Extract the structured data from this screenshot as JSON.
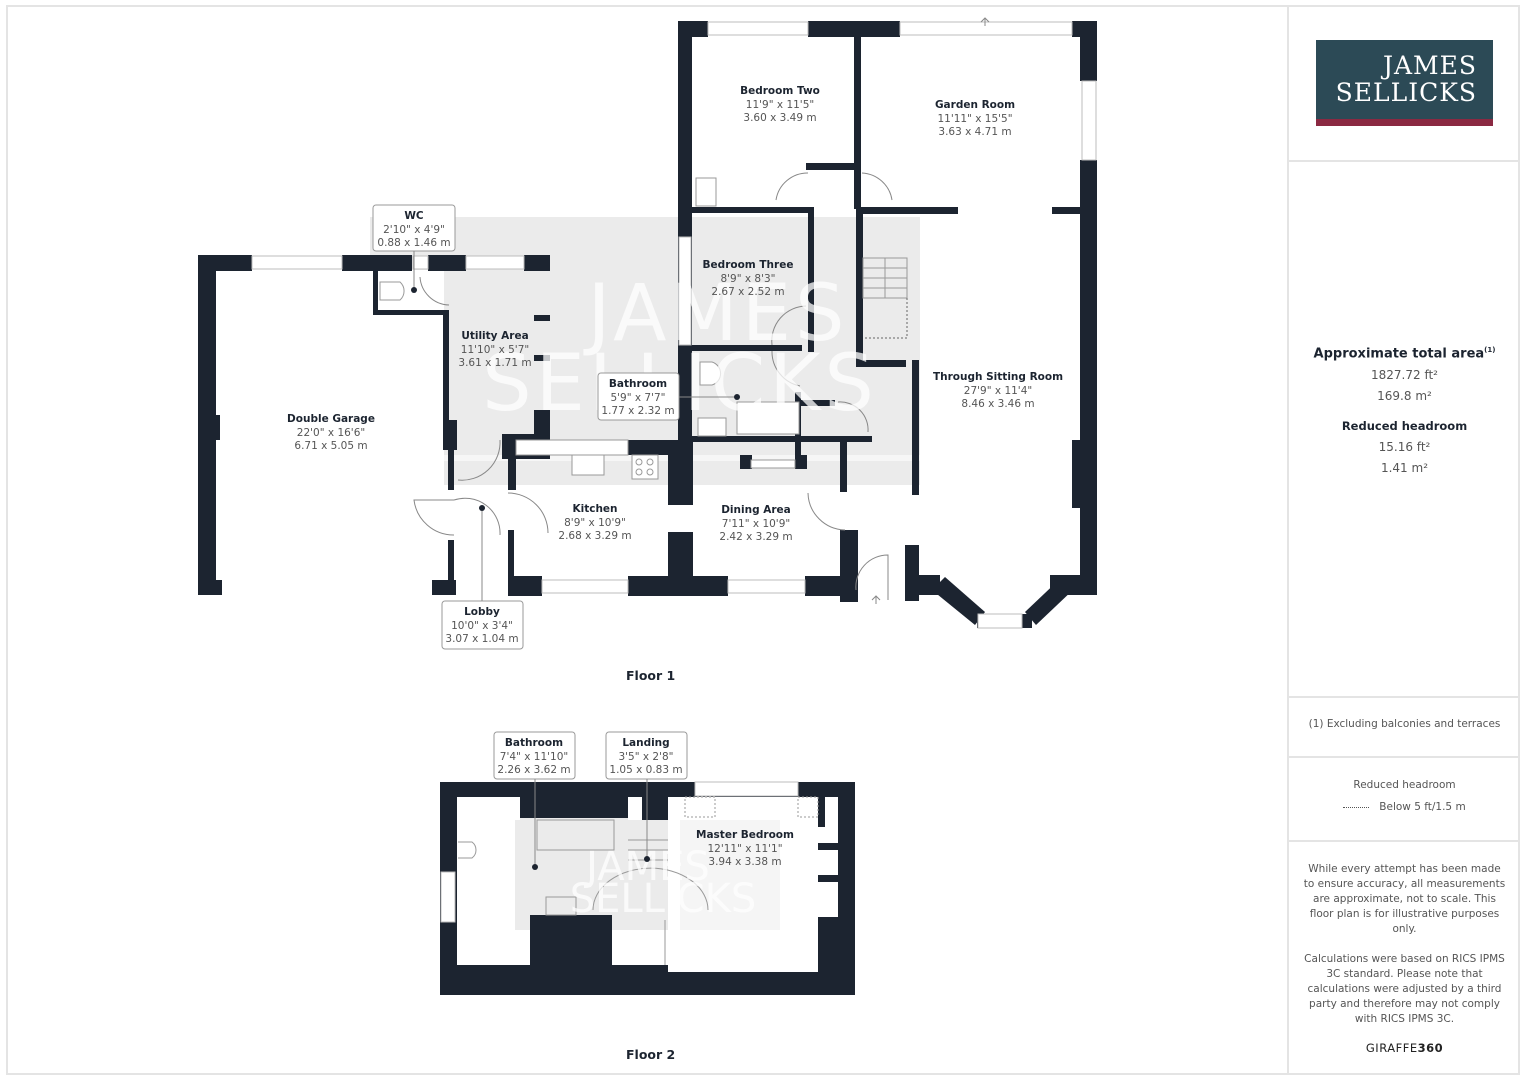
{
  "brand": {
    "logo_line1": "JAMES",
    "logo_line2": "SELLICKS",
    "logo_bg": "#2c4a56",
    "logo_accent": "#8b2942",
    "watermark_line1": "JAMES",
    "watermark_line2": "SELLICKS"
  },
  "summary": {
    "title": "Approximate total area",
    "title_footnote": "(1)",
    "total_ft2": "1827.72 ft²",
    "total_m2": "169.8 m²",
    "reduced_title": "Reduced headroom",
    "reduced_ft2": "15.16 ft²",
    "reduced_m2": "1.41 m²"
  },
  "footnote": "(1) Excluding balconies and terraces",
  "legend": {
    "title": "Reduced headroom",
    "item": "Below 5 ft/1.5 m"
  },
  "disclaimer": {
    "p1": "While every attempt has been made to ensure accuracy, all measurements are approximate, not to scale. This floor plan is for illustrative purposes only.",
    "p2": "Calculations were based on RICS IPMS 3C standard. Please note that calculations were adjusted by a third party and therefore may not comply with RICS IPMS 3C."
  },
  "provider": {
    "name": "GIRAFFE",
    "number": "360"
  },
  "colors": {
    "wall": "#1c2430",
    "shaded": "#ebebeb",
    "border": "#e4e4e4"
  },
  "floors": [
    {
      "label": "Floor 1",
      "rooms": [
        {
          "name": "Bedroom Two",
          "imperial": "11'9\" x 11'5\"",
          "metric": "3.60 x 3.49 m"
        },
        {
          "name": "Garden Room",
          "imperial": "11'11\" x 15'5\"",
          "metric": "3.63 x 4.71 m"
        },
        {
          "name": "WC",
          "imperial": "2'10\" x 4'9\"",
          "metric": "0.88 x 1.46 m"
        },
        {
          "name": "Bedroom Three",
          "imperial": "8'9\" x 8'3\"",
          "metric": "2.67 x 2.52 m"
        },
        {
          "name": "Utility Area",
          "imperial": "11'10\" x 5'7\"",
          "metric": "3.61 x 1.71 m"
        },
        {
          "name": "Bathroom",
          "imperial": "5'9\" x 7'7\"",
          "metric": "1.77 x 2.32 m"
        },
        {
          "name": "Through Sitting Room",
          "imperial": "27'9\" x 11'4\"",
          "metric": "8.46 x 3.46 m"
        },
        {
          "name": "Double Garage",
          "imperial": "22'0\" x 16'6\"",
          "metric": "6.71 x 5.05 m"
        },
        {
          "name": "Kitchen",
          "imperial": "8'9\" x 10'9\"",
          "metric": "2.68 x 3.29 m"
        },
        {
          "name": "Dining Area",
          "imperial": "7'11\" x 10'9\"",
          "metric": "2.42 x 3.29 m"
        },
        {
          "name": "Lobby",
          "imperial": "10'0\" x 3'4\"",
          "metric": "3.07 x 1.04 m"
        }
      ]
    },
    {
      "label": "Floor 2",
      "rooms": [
        {
          "name": "Bathroom",
          "imperial": "7'4\" x 11'10\"",
          "metric": "2.26 x 3.62 m"
        },
        {
          "name": "Landing",
          "imperial": "3'5\" x 2'8\"",
          "metric": "1.05 x 0.83 m"
        },
        {
          "name": "Master Bedroom",
          "imperial": "12'11\" x 11'1\"",
          "metric": "3.94 x 3.38 m"
        }
      ]
    }
  ]
}
